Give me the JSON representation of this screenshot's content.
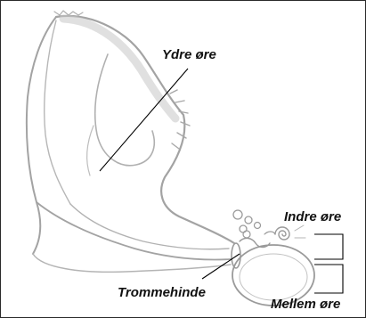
{
  "labels": {
    "outer_ear": "Ydre øre",
    "inner_ear": "Indre øre",
    "eardrum": "Trommehinde",
    "middle_ear": "Mellem øre"
  },
  "colors": {
    "frame": "#2a2a2a",
    "leader_line": "#000000",
    "label_text": "#111111",
    "illustration_stroke": "#9a9a9a",
    "illustration_shade": "#c8c8c8"
  }
}
